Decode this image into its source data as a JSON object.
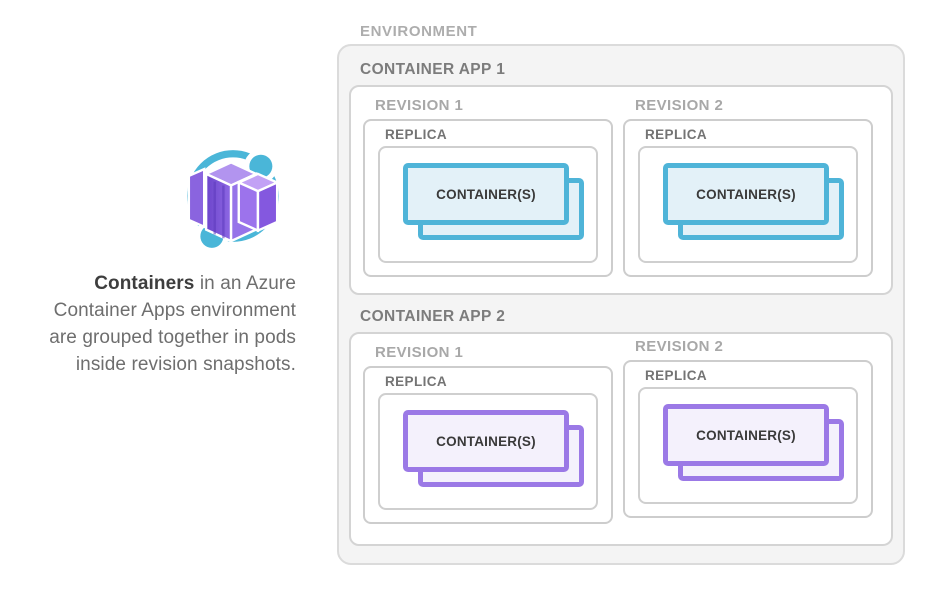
{
  "left_panel": {
    "icon": {
      "name": "azure-container-apps-icon",
      "ring_color": "#4AB6D8",
      "cube_color_light": "#B294EF",
      "cube_color_mid": "#9674E9",
      "cube_color_dark": "#6C45CB"
    },
    "caption": {
      "line1_bold": "Containers",
      "line1_rest": " in an Azure",
      "line2": "Container Apps environment",
      "line3": "are grouped together in pods",
      "line4": "inside revision snapshots."
    }
  },
  "diagram": {
    "environment_label": "ENVIRONMENT",
    "apps": [
      {
        "label": "CONTAINER APP 1",
        "accent_color": "#4FB4D8",
        "container_fill_color": "#E3F1F8",
        "revisions": [
          {
            "label": "REVISION 1",
            "replica_label": "REPLICA",
            "container_label": "CONTAINER(S)"
          },
          {
            "label": "REVISION 2",
            "replica_label": "REPLICA",
            "container_label": "CONTAINER(S)"
          }
        ]
      },
      {
        "label": "CONTAINER APP 2",
        "accent_color": "#9B79E6",
        "container_fill_color": "#F4F1FC",
        "revisions": [
          {
            "label": "REVISION 1",
            "replica_label": "REPLICA",
            "container_label": "CONTAINER(S)"
          },
          {
            "label": "REVISION 2",
            "replica_label": "REPLICA",
            "container_label": "CONTAINER(S)"
          }
        ]
      }
    ]
  }
}
